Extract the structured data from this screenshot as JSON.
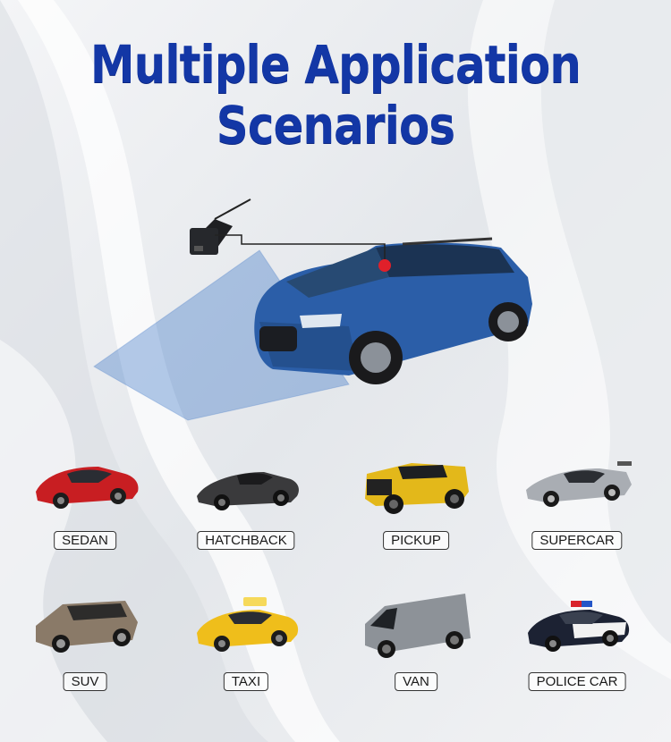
{
  "title": {
    "line1": "Multiple Application",
    "line2": "Scenarios"
  },
  "colors": {
    "title": "#1337a6",
    "hero_car": "#2b5ea8",
    "camera_dot": "#e0202a"
  },
  "vehicles": [
    {
      "label": "SEDAN",
      "icon": "red-sedan-car-icon",
      "color": "#c81e22"
    },
    {
      "label": "HATCHBACK",
      "icon": "dark-sports-car-icon",
      "color": "#3a3a3c"
    },
    {
      "label": "PICKUP",
      "icon": "yellow-pickup-truck-icon",
      "color": "#e3b81a"
    },
    {
      "label": "SUPERCAR",
      "icon": "silver-supercar-icon",
      "color": "#a9adb3"
    },
    {
      "label": "SUV",
      "icon": "brown-suv-icon",
      "color": "#8a7a68"
    },
    {
      "label": "TAXI",
      "icon": "yellow-taxi-icon",
      "color": "#efbe1b"
    },
    {
      "label": "VAN",
      "icon": "grey-van-icon",
      "color": "#8d9298"
    },
    {
      "label": "POLICE CAR",
      "icon": "police-car-icon",
      "color": "#1c2233"
    }
  ]
}
